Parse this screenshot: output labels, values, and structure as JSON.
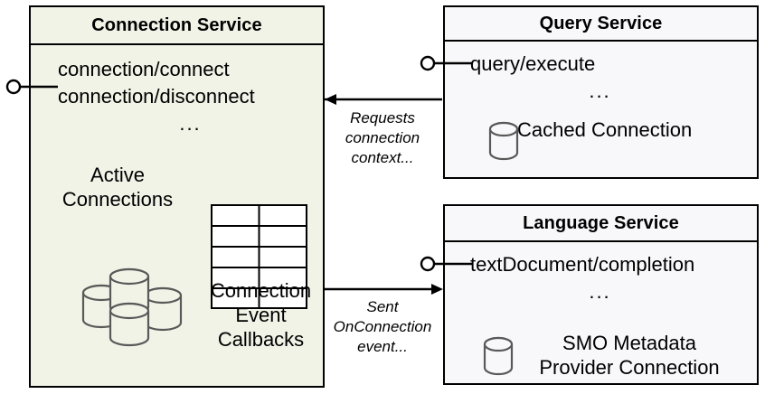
{
  "diagram": {
    "title": "Connection Service component diagram",
    "colors": {
      "connection_service_fill": "#f1f3e7",
      "service_fill": "#f8f8fa",
      "stroke": "#000000",
      "icon_stroke": "#595959"
    }
  },
  "components": {
    "connection_service": {
      "title": "Connection Service",
      "operations": [
        "connection/connect",
        "connection/disconnect"
      ],
      "ellipsis": "...",
      "artifacts": [
        {
          "name": "active-connections",
          "label": "Active\nConnections",
          "label_line1": "Active",
          "label_line2": "Connections",
          "icon": "database-cluster-icon"
        },
        {
          "name": "connection-event-callbacks",
          "label_line1": "Connection",
          "label_line2": "Event",
          "label_line3": "Callbacks",
          "icon": "table-grid-icon",
          "grid_rows": 5,
          "grid_cols": 2
        }
      ],
      "provided_interface": "lollipop-icon"
    },
    "query_service": {
      "title": "Query Service",
      "operations": [
        "query/execute"
      ],
      "ellipsis": "...",
      "artifacts": [
        {
          "name": "cached-connection",
          "label": "Cached Connection",
          "icon": "database-icon"
        }
      ],
      "provided_interface": "lollipop-icon"
    },
    "language_service": {
      "title": "Language Service",
      "operations": [
        "textDocument/completion"
      ],
      "ellipsis": "...",
      "artifacts": [
        {
          "name": "smo-metadata-provider-connection",
          "label_line1": "SMO Metadata",
          "label_line2": "Provider Connection",
          "icon": "database-icon"
        }
      ],
      "provided_interface": "lollipop-icon"
    }
  },
  "edges": [
    {
      "name": "query-to-connection",
      "from": "query_service",
      "to": "connection_service",
      "label_line1": "Requests",
      "label_line2": "connection",
      "label_line3": "context...",
      "style": "solid-arrow"
    },
    {
      "name": "connection-to-language",
      "from": "connection_service",
      "to": "language_service",
      "label_line1": "Sent",
      "label_line2": "OnConnection",
      "label_line3": "event...",
      "style": "solid-arrow"
    }
  ]
}
